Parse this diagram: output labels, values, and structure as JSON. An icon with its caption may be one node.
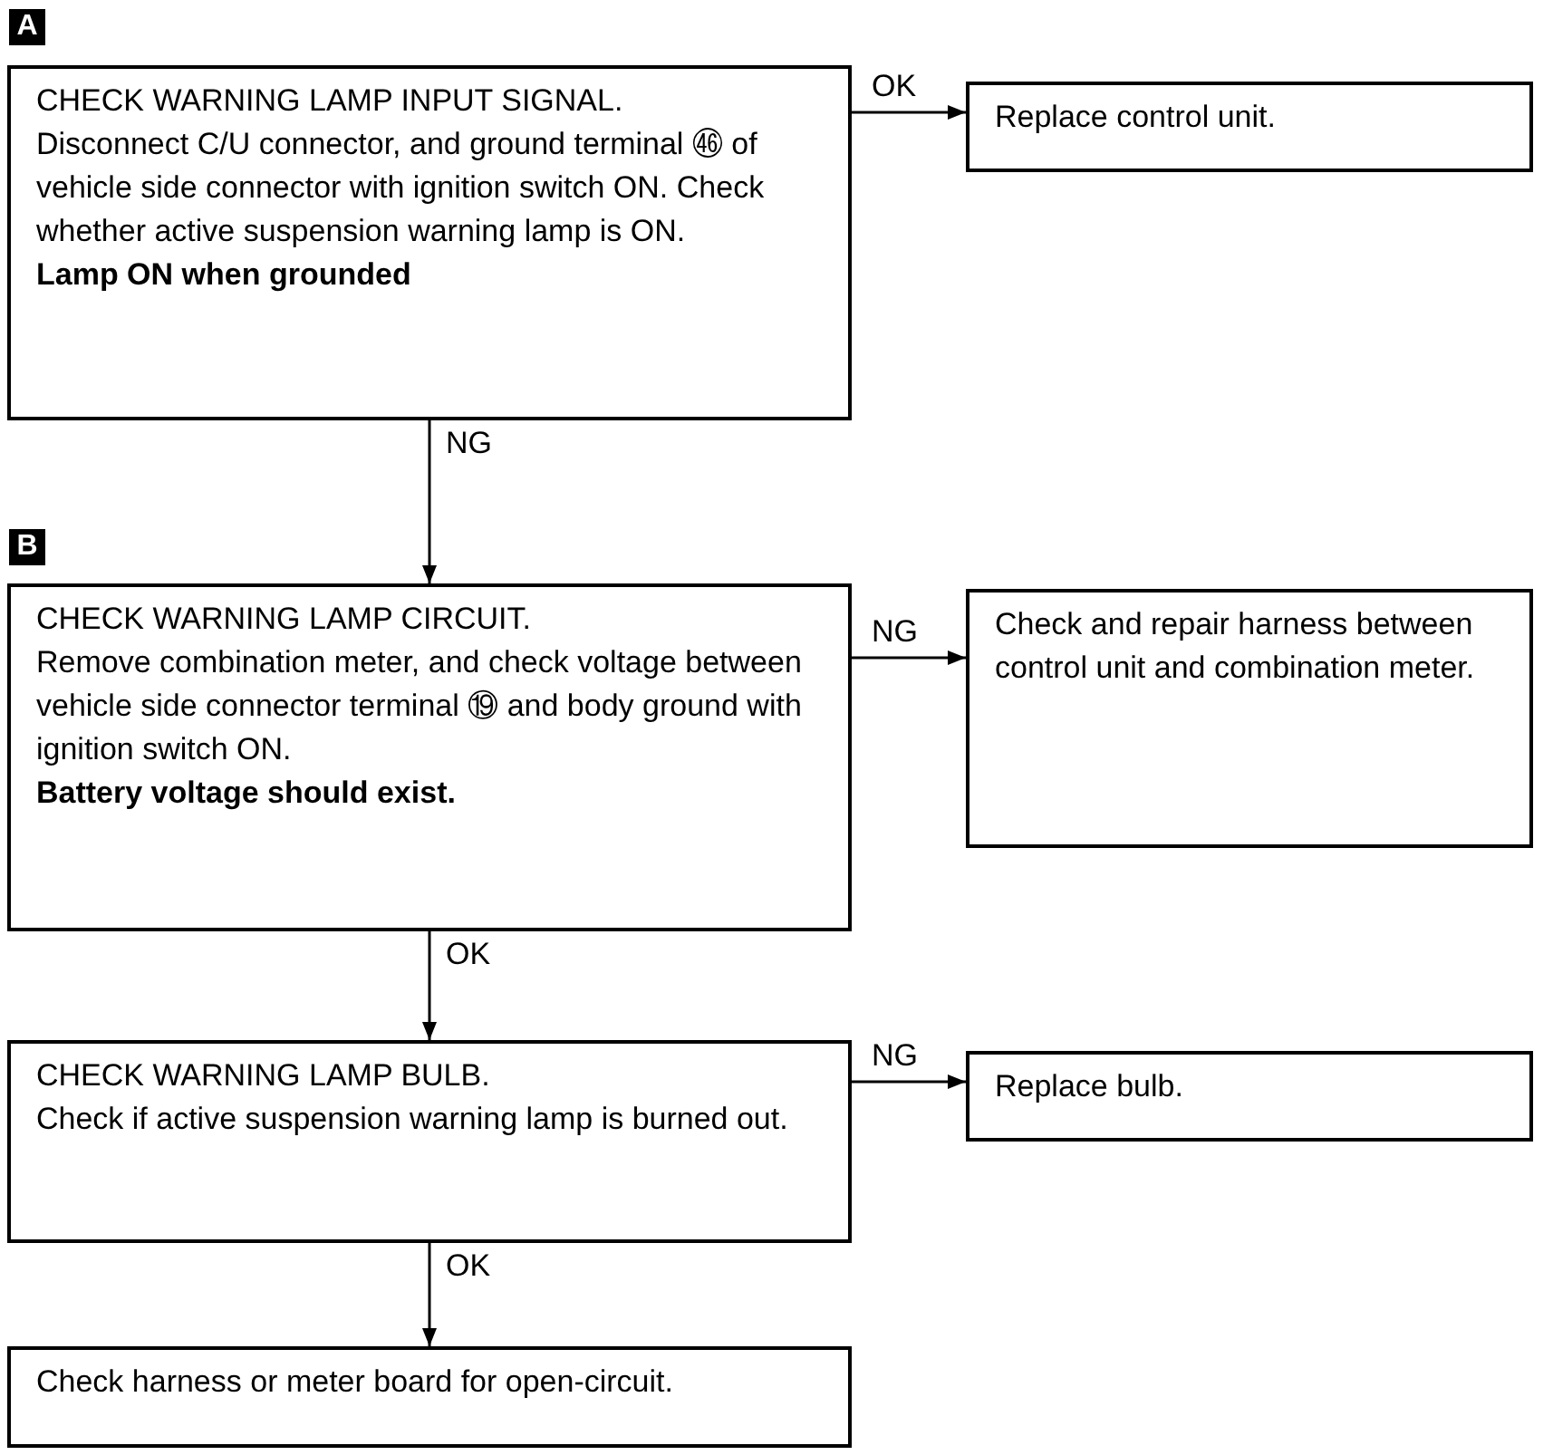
{
  "diagram": {
    "nodes": [
      {
        "text": [
          "CHECK WARNING LAMP INPUT SIGNAL.",
          "Disconnect C/U connector, and ground terminal ㊻ of vehicle side connector with ignition switch ON. Check whether active suspension warning lamp is ON.",
          "Lamp ON when grounded"
        ],
        "beside": [
          "A"
        ]
      },
      {
        "text": [
          "Replace control unit."
        ]
      },
      {
        "text": [
          "CHECK WARNING LAMP CIRCUIT.",
          "Remove combination meter, and check voltage between vehicle side connector terminal ⑲ and body ground with ignition switch ON.",
          "Battery voltage should exist."
        ],
        "beside": [
          "B"
        ]
      },
      {
        "text": [
          "Check and repair harness between control unit and combination meter."
        ]
      },
      {
        "text": [
          "CHECK WARNING LAMP BULB.",
          "Check if active suspension warning lamp is burned out."
        ]
      },
      {
        "text": [
          "Replace bulb."
        ]
      },
      {
        "text": [
          "Check harness or meter board for open-circuit."
        ]
      }
    ],
    "edges": [
      {
        "from": 0,
        "to": 1,
        "arrow": "to",
        "label": "OK"
      },
      {
        "from": 0,
        "to": 2,
        "arrow": "to",
        "label": "NG"
      },
      {
        "from": 2,
        "to": 3,
        "arrow": "to",
        "label": "NG"
      },
      {
        "from": 2,
        "to": 4,
        "arrow": "to",
        "label": "OK"
      },
      {
        "from": 4,
        "to": 5,
        "arrow": "to",
        "label": "NG"
      },
      {
        "from": 4,
        "to": 6,
        "arrow": "to",
        "label": "OK"
      }
    ]
  }
}
